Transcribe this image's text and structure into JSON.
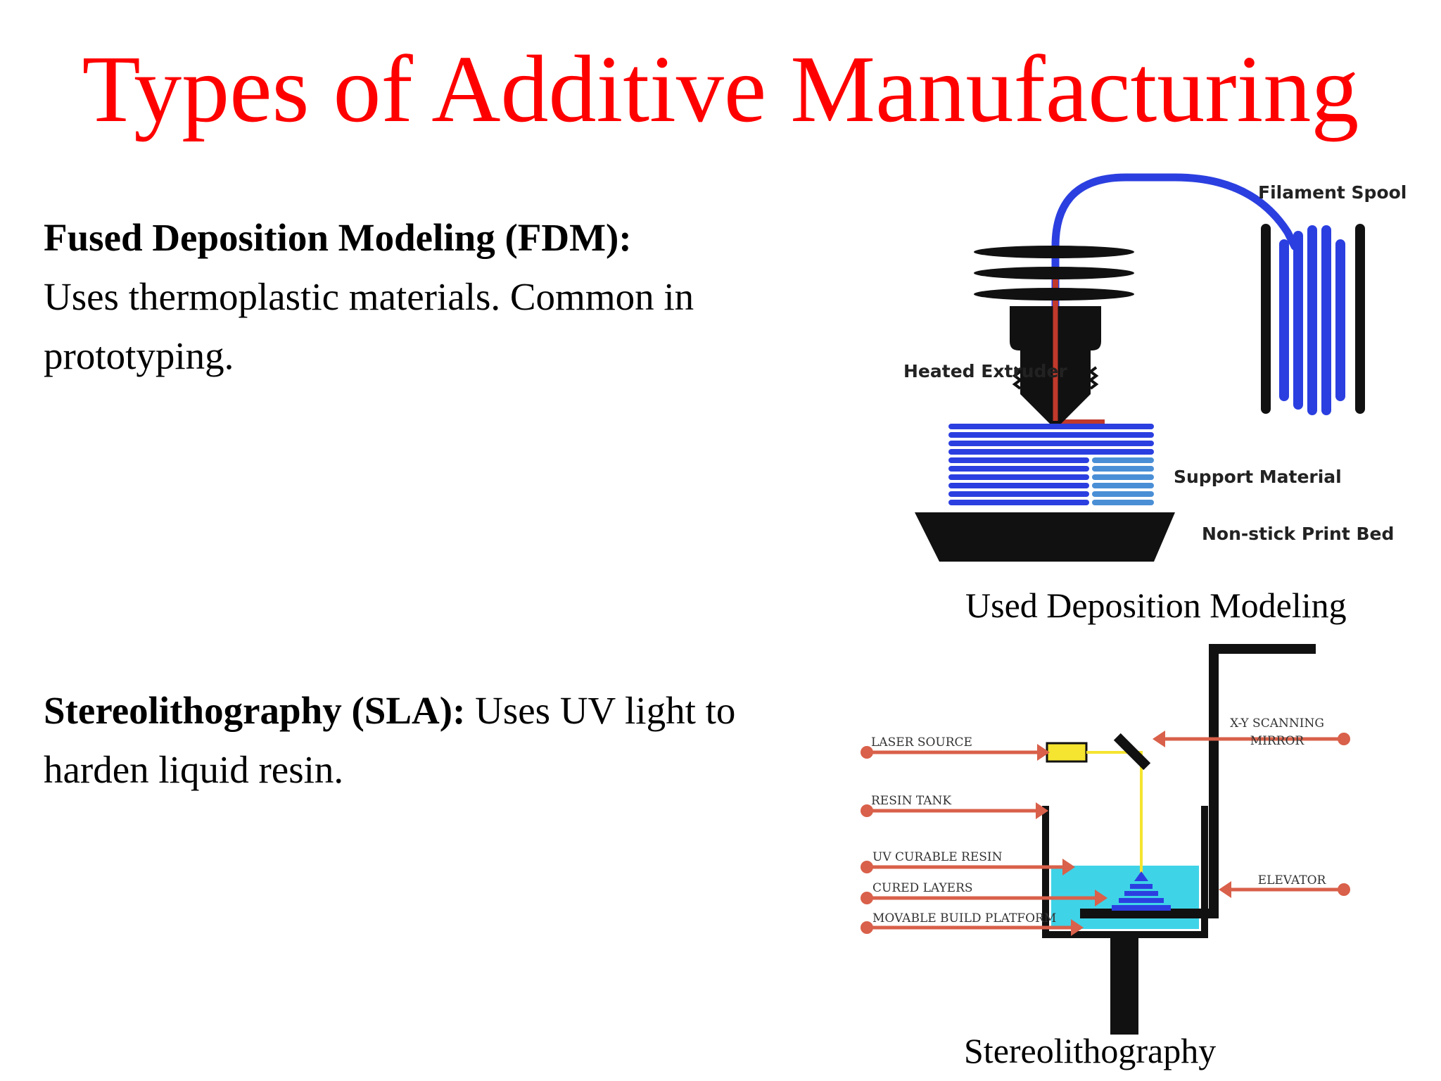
{
  "title": "Types of Additive Manufacturing",
  "fdm": {
    "heading": "Fused Deposition Modeling (FDM):",
    "description": "Uses thermoplastic materials. Common in prototyping.",
    "caption": "Used Deposition Modeling",
    "labels": {
      "filament_spool": "Filament Spool",
      "heated_extruder": "Heated Extruder",
      "support_material": "Support Material",
      "print_bed": "Non-stick Print Bed"
    }
  },
  "sla": {
    "heading": "Stereolithography (SLA):",
    "description": "Uses UV light to harden liquid resin.",
    "caption": "Stereolithography",
    "labels": {
      "laser_source": "LASER SOURCE",
      "resin_tank": "RESIN TANK",
      "uv_curable_resin": "UV CURABLE RESIN",
      "cured_layers": "CURED LAYERS",
      "movable_build_platform": "MOVABLE BUILD PLATFORM",
      "xy_scanning_line1": "X-Y SCANNING",
      "xy_scanning_line2": "MIRROR",
      "elevator": "ELEVATOR"
    }
  },
  "colors": {
    "title": "#ff0000",
    "filament_blue": "#2b3fe0",
    "support_blue": "#4a8fd6",
    "heat_red": "#c0392b",
    "resin_cyan": "#3fd3e8",
    "laser_yellow": "#f5e430",
    "arrow_red": "#d9604a"
  }
}
